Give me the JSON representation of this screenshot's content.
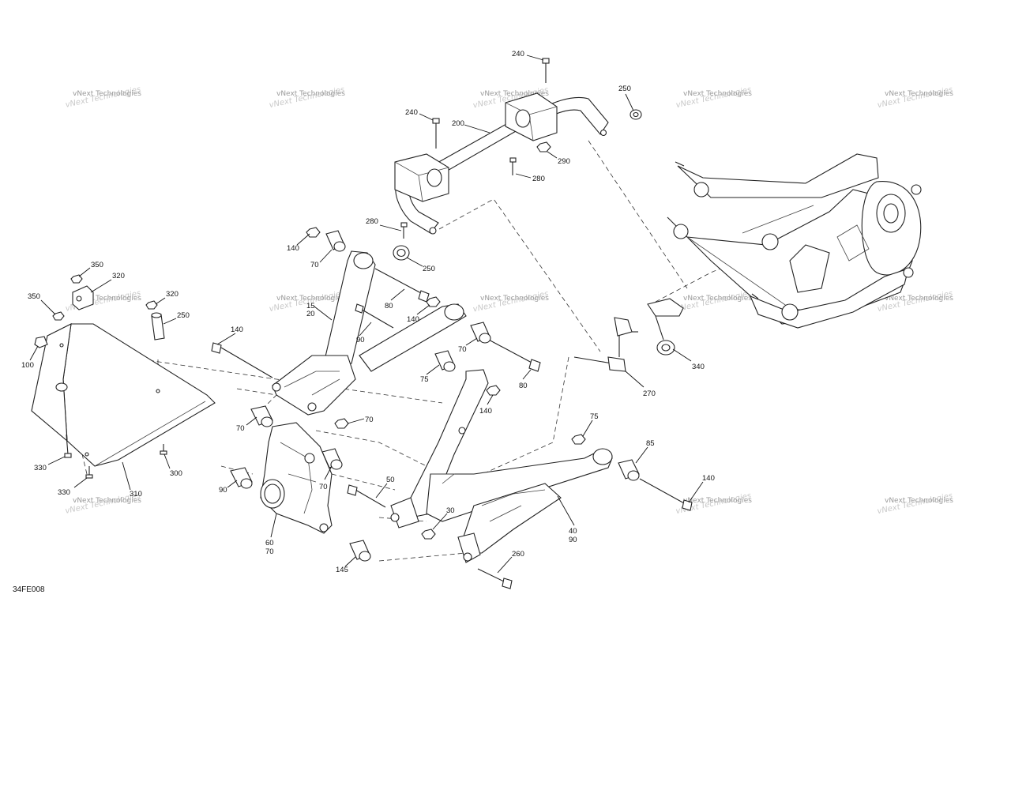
{
  "diagram": {
    "drawing_code": "34FE008",
    "watermark": "vNext Technologies",
    "callouts": [
      "240",
      "240",
      "250",
      "200",
      "290",
      "280",
      "280",
      "250",
      "140",
      "70",
      "80",
      "140",
      "15",
      "20",
      "90",
      "70",
      "80",
      "75",
      "140",
      "350",
      "320",
      "350",
      "320",
      "250",
      "100",
      "140",
      "70",
      "70",
      "70",
      "90",
      "50",
      "60",
      "70",
      "145",
      "75",
      "85",
      "140",
      "30",
      "40",
      "90",
      "260",
      "270",
      "340",
      "330",
      "330",
      "300",
      "310"
    ]
  }
}
